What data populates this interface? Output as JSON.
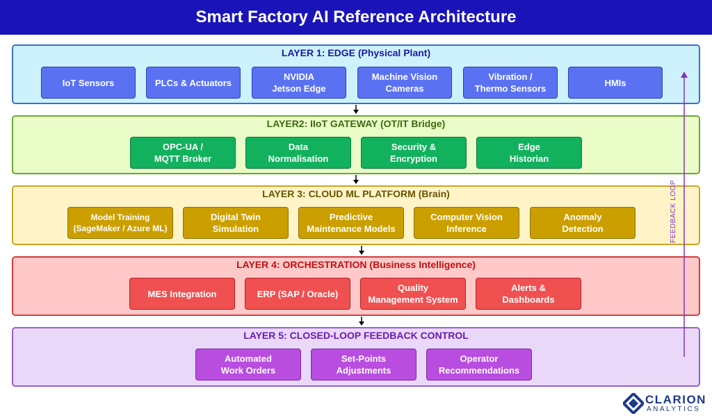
{
  "title": "Smart Factory AI Reference Architecture",
  "colors": {
    "header_bg": "#1a14b8",
    "l1_bg": "#cdf2fb",
    "l1_border": "#3d6fd1",
    "l1_title": "#1a1aa0",
    "l1_box": "#5a72f2",
    "l1_box_border": "#2a3fb0",
    "l2_bg": "#eafcc8",
    "l2_border": "#6aaa2a",
    "l2_title": "#3d6a10",
    "l2_box": "#12b15e",
    "l2_box_border": "#0b7a40",
    "l3_bg": "#fff4c8",
    "l3_border": "#c9a520",
    "l3_title": "#6a5200",
    "l3_box": "#cc9f00",
    "l3_box_border": "#8f6f00",
    "l4_bg": "#ffc9c9",
    "l4_border": "#d43a3a",
    "l4_title": "#c01010",
    "l4_box": "#f05050",
    "l4_box_border": "#b02020",
    "l5_bg": "#e9d8f8",
    "l5_border": "#9a5cd0",
    "l5_title": "#6a1ab0",
    "l5_box": "#b84de0",
    "l5_box_border": "#7a2aa8",
    "feedback": "#8a2fc0",
    "logo": "#1c3a8a"
  },
  "layers": [
    {
      "title": "LAYER 1: EDGE (Physical Plant)",
      "boxes": [
        "IoT Sensors",
        "PLCs & Actuators",
        "NVIDIA\nJetson Edge",
        "Machine Vision\nCameras",
        "Vibration /\nThermo Sensors",
        "HMIs"
      ]
    },
    {
      "title": "LAYER2: IIoT GATEWAY (OT/IT Bridge)",
      "boxes": [
        "OPC-UA /\nMQTT Broker",
        "Data\nNormalisation",
        "Security &\nEncryption",
        "Edge\nHistorian"
      ]
    },
    {
      "title": "LAYER 3: CLOUD ML PLATFORM (Brain)",
      "boxes": [
        "Model Training\n(SageMaker / Azure ML)",
        "Digital Twin\nSimulation",
        "Predictive\nMaintenance Models",
        "Computer Vision\nInference",
        "Anomaly\nDetection"
      ]
    },
    {
      "title": "LAYER 4: ORCHESTRATION (Business Intelligence)",
      "boxes": [
        "MES Integration",
        "ERP (SAP / Oracle)",
        "Quality\nManagement System",
        "Alerts &\nDashboards"
      ]
    },
    {
      "title": "LAYER 5: CLOSED-LOOP FEEDBACK CONTROL",
      "boxes": [
        "Automated\nWork Orders",
        "Set-Points\nAdjustments",
        "Operator\nRecommendations"
      ]
    }
  ],
  "feedback_label": "FEEDBACK LOOP",
  "logo": {
    "name": "CLARION",
    "sub": "ANALYTICS"
  },
  "icons": {
    "logo_mark": "diamond-logo-icon",
    "flow_arrow": "arrow-down-icon",
    "feedback_arrow": "arrow-up-icon"
  }
}
